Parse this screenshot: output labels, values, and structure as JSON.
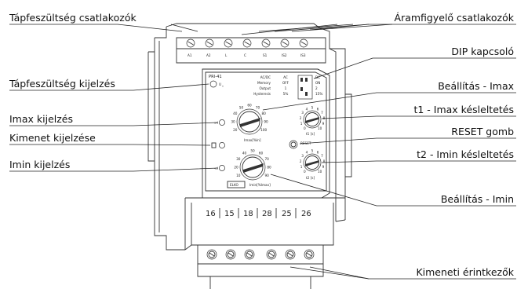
{
  "labels": {
    "supply_terminals": "Tápfeszültség csatlakozók",
    "current_terminals": "Áramfigyelő csatlakozók",
    "dip_switch": "DIP kapcsoló",
    "supply_indicator": "Tápfeszültség kijelzés",
    "imax_setting": "Beállítás - Imax",
    "imax_indicator": "Imax kijelzés",
    "t1_delay": "t1 - Imax késleltetés",
    "output_indicator": "Kimenet kijelzése",
    "reset_button": "RESET gomb",
    "imin_indicator": "Imin kijelzés",
    "t2_delay": "t2 - Imin késleltetés",
    "imin_setting": "Beállítás - Imin",
    "output_contacts": "Kimeneti érintkezők"
  },
  "device": {
    "model": "PRI-41",
    "supply_led": "U",
    "supply_led_sub": "n",
    "dip_table": {
      "rows": [
        {
          "name": "AC/DC",
          "a": "AC",
          "b": "DC"
        },
        {
          "name": "Memory",
          "a": "OFF",
          "b": "ON"
        },
        {
          "name": "Output",
          "a": "1",
          "b": "2"
        },
        {
          "name": "Hysteresis",
          "a": "5%",
          "b": "15%"
        }
      ]
    },
    "imax_dial_label": "Imax[%In]",
    "imax_scale": [
      "20",
      "30",
      "40",
      "50",
      "60",
      "70",
      "80",
      "90",
      "100"
    ],
    "imin_dial_label": "Imin[%Imax]",
    "imin_scale": [
      "10",
      "20",
      "30",
      "40",
      "50",
      "60",
      "70",
      "80",
      "90"
    ],
    "t1_label": "t1 [s]",
    "t2_label": "t2 [s]",
    "time_scale": [
      "0",
      "1",
      "2",
      "3",
      "4",
      "5",
      "6",
      "7",
      "8",
      "9",
      "10"
    ],
    "reset_text": "RESET",
    "imax_symbol": ">I",
    "imin_symbol": "<I",
    "brand": "ELKO",
    "top_terminals": [
      "A1",
      "A2",
      "L",
      "C",
      "S1",
      "IS2",
      "IS3"
    ],
    "bottom_terminals": [
      "16",
      "15",
      "18",
      "28",
      "25",
      "26"
    ]
  }
}
